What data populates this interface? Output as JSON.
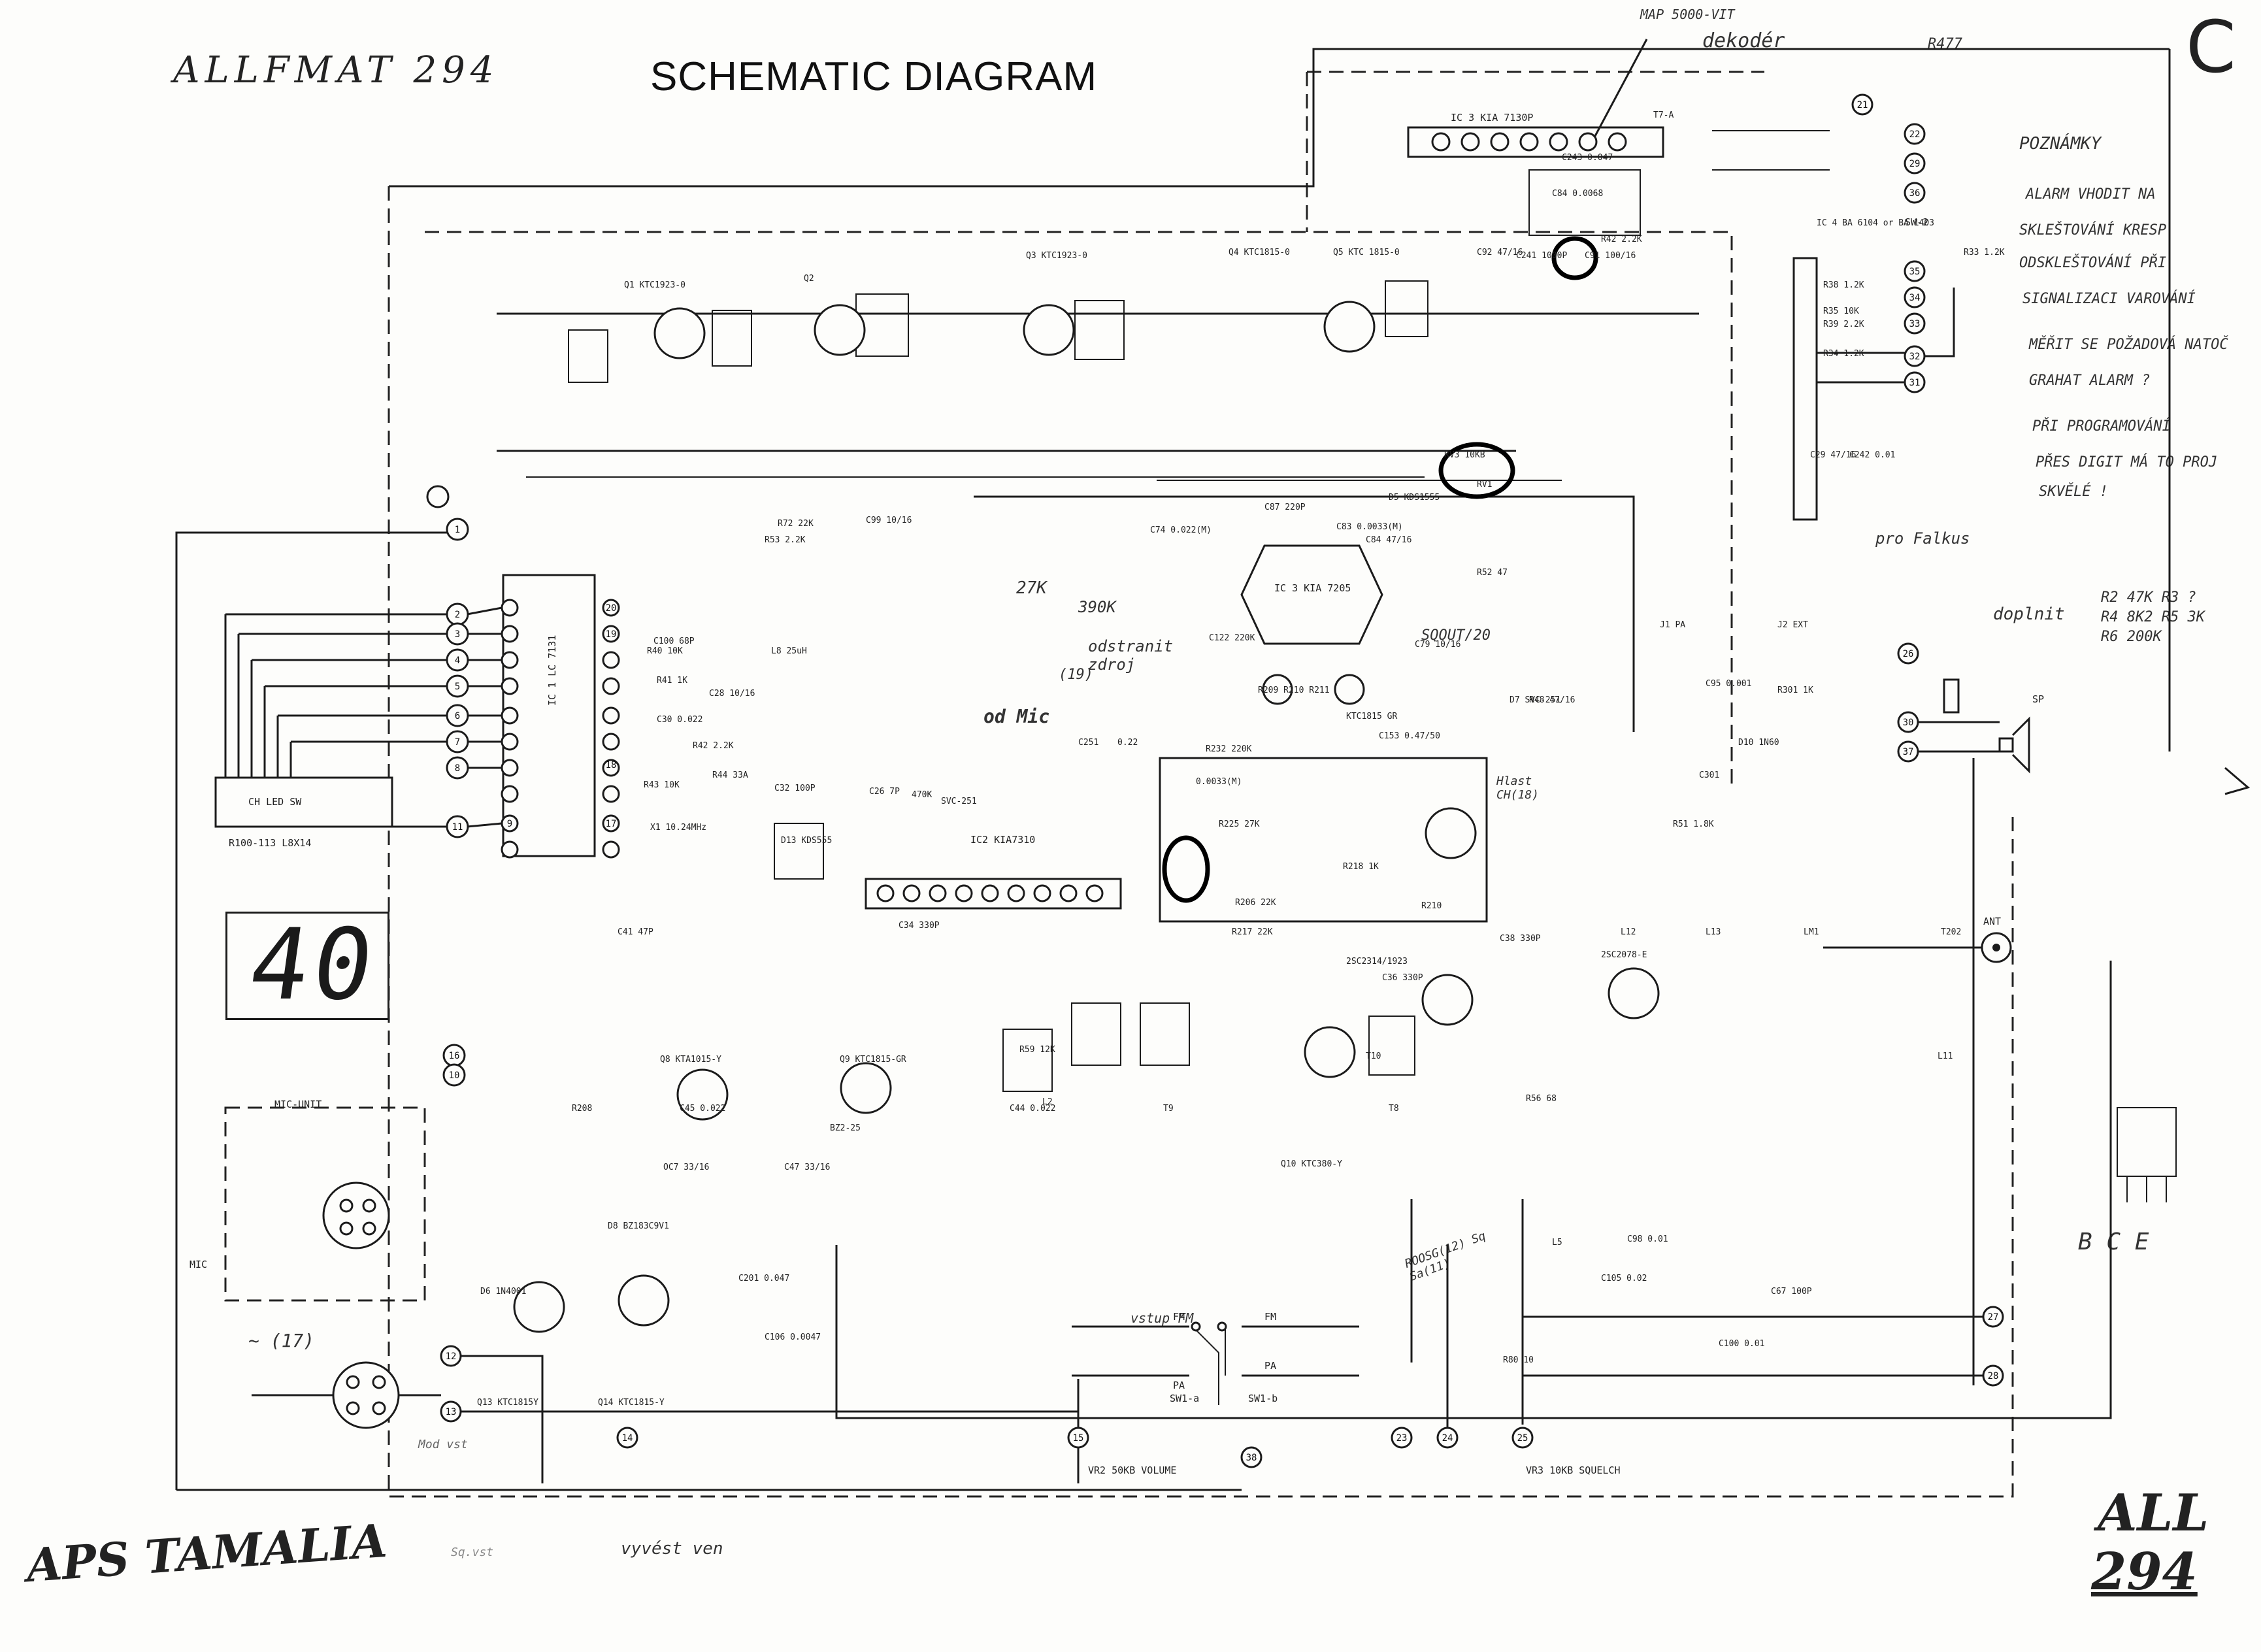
{
  "header": {
    "title": "SCHEMATIC DIAGRAM",
    "model_note": "ALLFMAT 294",
    "corner_mark": "C",
    "bottom_left_note": "APS TAMALIA",
    "bottom_right_note_1": "ALL",
    "bottom_right_note_2": "294"
  },
  "display": {
    "readout": "40"
  },
  "blocks": {
    "ch_led_sw": "CH LED SW",
    "mic_unit": "MIC-UNIT",
    "mic": "MIC",
    "ic1": "IC 1  LC 7131",
    "ic2": "IC2 KIA7310",
    "ic3_top": "IC 3  KIA 7130P",
    "ic3_mid": "IC 3  KIA 7205",
    "ic4": "IC 4  BA 6104 or BA 1403",
    "r100": "R100-113  L8X14",
    "ant": "ANT",
    "sp": "SP",
    "sw2": "SW-2",
    "sw1a": "SW1-a",
    "sw1b": "SW1-b",
    "vr2": "VR2 50KB VOLUME",
    "vr3": "VR3 10KB SQUELCH",
    "fm1": "FM",
    "pa1": "PA",
    "fm2": "FM",
    "pa2": "PA"
  },
  "transistors": {
    "q1": "Q1 KTC1923-0",
    "q2": "Q2",
    "q3": "Q3 KTC1923-0",
    "q4": "Q4 KTC1815-0",
    "q5": "Q5 KTC 1815-0",
    "q8": "Q8 KTA1015-Y",
    "q9": "Q9 KTC1815-GR",
    "q10": "Q10 KTC380-Y",
    "q12": "2SC2078-E",
    "q11": "2SC2314/1923",
    "q13": "Q13 KTC1815Y",
    "q14": "Q14 KTC1815-Y",
    "q_mid": "KTC1815 GR"
  },
  "component_labels": [
    "R72 22K",
    "R53 2.2K",
    "C74 0.022(M)",
    "C87 220P",
    "C83 0.0033(M)",
    "C84 47/16",
    "C100 68P",
    "R40 10K",
    "L8 25uH",
    "R41 1K",
    "C28 10/16",
    "C30 0.022",
    "R42 2.2K",
    "R43 10K",
    "R44 33A",
    "C32 100P",
    "C26 7P",
    "470K",
    "SVC-251",
    "C251",
    "0.22",
    "R232 220K",
    "R206 22K",
    "R217 22K",
    "C99 10/16",
    "X1 10.24MHz",
    "C34 330P",
    "C36 330P",
    "C38 330P",
    "C41 47P",
    "C44 0.022",
    "C45 0.022",
    "C47 33/16",
    "C105 0.02",
    "C201 0.047",
    "C106 0.0047",
    "C67 100P",
    "L11",
    "L12",
    "L13",
    "LM1",
    "T202",
    "L5",
    "C98 0.01",
    "C100 0.01",
    "R80 10",
    "R56 68",
    "T10",
    "T8",
    "T9",
    "L2",
    "R59 12K",
    "RV3 10KB",
    "RV1",
    "C91 100/16",
    "R52 47",
    "D5 KDS1555",
    "C92 47/16",
    "J1 PA",
    "J2 EXT",
    "R301 1K",
    "C95 0.001",
    "D10 1N60",
    "C301",
    "R51 1.8K",
    "R48 47/16",
    "C122 220K",
    "D7 SVC-251",
    "D13 KDS555",
    "C153 0.47/50",
    "C79 10/16",
    "R209 R210 R211",
    "0.0033(M)",
    "R218 1K",
    "R210",
    "R208",
    "R225 27K",
    "D6 1N4001",
    "D8 BZ183C9V1",
    "OC7 33/16",
    "BZ2-25",
    "R33 1.2K",
    "R38 1.2K",
    "R39 2.2K",
    "R34 1.2K",
    "R35 10K",
    "C29 47/16",
    "C242 0.01",
    "C243 0.047",
    "C84 0.0068",
    "T7-A",
    "R42 2.2K",
    "C241 1000P"
  ],
  "connector_pins": [
    "1",
    "2",
    "3",
    "4",
    "5",
    "6",
    "7",
    "8",
    "9",
    "10",
    "11",
    "12",
    "13",
    "14",
    "15",
    "16",
    "17",
    "18",
    "19",
    "20",
    "21",
    "22",
    "23",
    "24",
    "25",
    "26",
    "27",
    "28",
    "29",
    "30",
    "31",
    "32",
    "33",
    "34",
    "35",
    "36",
    "37",
    "38"
  ],
  "handwritten_notes": {
    "n1": "POZNÁMKY",
    "n2": "ALARM VHODIT NA",
    "n3": "SKLEŠTOVÁNÍ KRESP",
    "n4": "ODSKLEŠTOVÁNÍ PŘI",
    "n5": "SIGNALIZACI VAROVÁNÍ",
    "n6": "MĚŘIT SE POŽADOVÁ NATOČ",
    "n7": "GRAHAT ALARM ?",
    "n8": "PŘI PROGRAMOVÁNÍ",
    "n9": "PŘES DIGIT MÁ TO PROJ",
    "n10": "SKVĚLÉ !",
    "n11": "pro Falkus",
    "n12": "doplnit",
    "n13": "R2 47K  R3 ?  R4 8K2  R5 3K  R6 200K",
    "n14": "od Mic",
    "n15": "odstranit zdroj",
    "n16": "27K",
    "n17": "390K",
    "n18": "(19)",
    "n19": "dekodér",
    "n20": "MAP 5000-VIT",
    "n21": "vyvést ven",
    "n22": "Hlast CH(18)",
    "n23": "SQOUT/20",
    "n24": "ROOSG(12) Sq Sa(11)",
    "n25": "~ (17)",
    "n26": "B  C  E",
    "n27": "Sq.vst",
    "n28": "Mod vst",
    "n29": "R477",
    "n30": "vstup FM"
  }
}
